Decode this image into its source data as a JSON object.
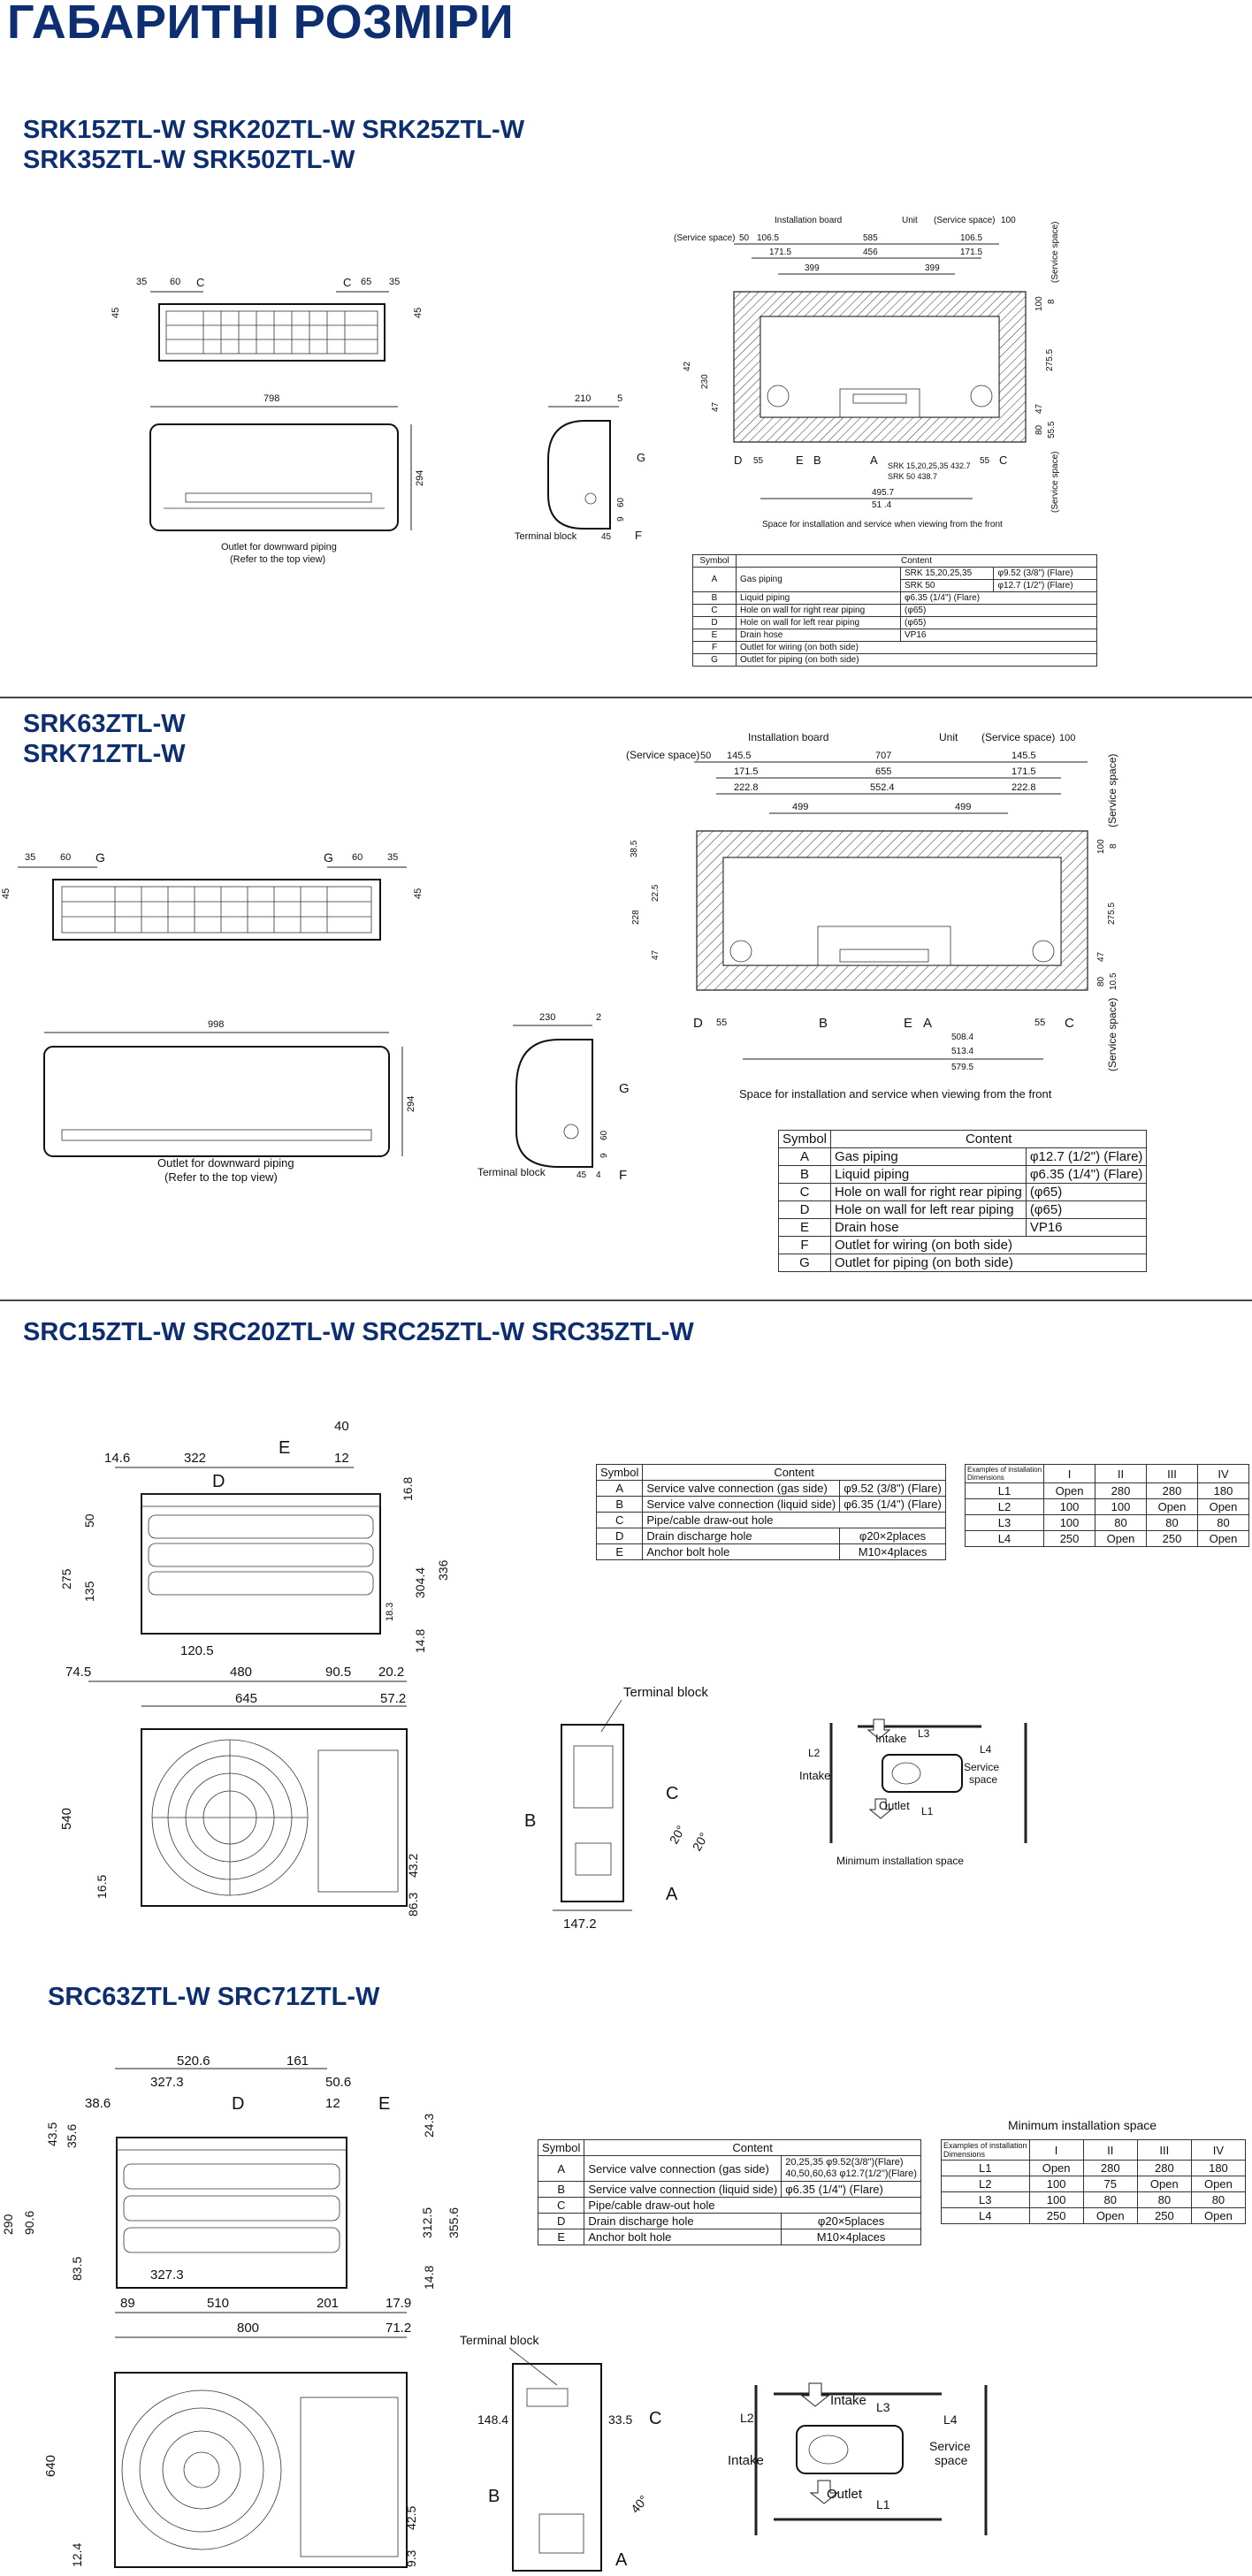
{
  "page_title": "ГАБАРИТНІ РОЗМІРИ",
  "sections": {
    "s1": {
      "models_line1": "SRK15ZTL-W  SRK20ZTL-W  SRK25ZTL-W",
      "models_line2": "SRK35ZTL-W  SRK50ZTL-W",
      "front": {
        "left_a": "35",
        "left_b": "60",
        "label_c_left": "C",
        "label_c_right": "C",
        "right_a": "65",
        "right_b": "35",
        "h_left": "45",
        "h_right": "45"
      },
      "body": {
        "width": "798",
        "height": "294",
        "outlet_line1": "Outlet for downward piping",
        "outlet_line2": "(Refer to the top view)"
      },
      "side": {
        "w": "210",
        "w2": "5",
        "label_g": "G",
        "label_f": "F",
        "terminal": "Terminal block",
        "d45": "45",
        "d9": "9",
        "d60": "60"
      },
      "plan": {
        "installation_board": "Installation board",
        "unit": "Unit",
        "service_space_top": "(Service space)",
        "service_space_left": "(Service space)",
        "service_space_right": "(Service space)",
        "service_space_right2": "(Service space)",
        "d50": "50",
        "d1065a": "106.5",
        "d585": "585",
        "d1065b": "106.5",
        "d100": "100",
        "d1715a": "171.5",
        "d456": "456",
        "d1715b": "171.5",
        "d399a": "399",
        "d399b": "399",
        "v42": "42",
        "v230": "230",
        "v47": "47",
        "v100": "100",
        "v8": "8",
        "v2755": "275.5",
        "v47b": "47",
        "v80": "80",
        "v555": "55.5",
        "labels": {
          "d": "D",
          "e": "E",
          "b": "B",
          "a": "A",
          "c": "C"
        },
        "d55l": "55",
        "d55r": "55",
        "srk_line1": "SRK 15,20,25,35  432.7",
        "srk_line2": "SRK 50   438.7",
        "d4957": "495.7",
        "d514": "51 .4",
        "caption": "Space for installation and service when viewing from the front"
      },
      "table": {
        "h_symbol": "Symbol",
        "h_content": "Content",
        "rows": [
          {
            "sym": "A",
            "name": "Gas piping",
            "sub": "SRK 15,20,25,35",
            "val": "φ9.52 (3/8\") (Flare)"
          },
          {
            "sym": "",
            "name": "",
            "sub": "SRK 50",
            "val": "φ12.7 (1/2\") (Flare)"
          },
          {
            "sym": "B",
            "name": "Liquid piping",
            "sub": "φ6.35 (1/4\") (Flare)",
            "val": ""
          },
          {
            "sym": "C",
            "name": "Hole on wall for right rear piping",
            "sub": "(φ65)",
            "val": ""
          },
          {
            "sym": "D",
            "name": "Hole on wall for left rear piping",
            "sub": "(φ65)",
            "val": ""
          },
          {
            "sym": "E",
            "name": "Drain hose",
            "sub": "VP16",
            "val": ""
          },
          {
            "sym": "F",
            "name": "Outlet for wiring (on both side)",
            "sub": "",
            "val": ""
          },
          {
            "sym": "G",
            "name": "Outlet for piping (on both side)",
            "sub": "",
            "val": ""
          }
        ]
      }
    },
    "s2": {
      "models_line1": "SRK63ZTL-W",
      "models_line2": "SRK71ZTL-W",
      "front": {
        "l35": "35",
        "l60": "60",
        "lg": "G",
        "rg": "G",
        "r60": "60",
        "r35": "35",
        "h45l": "45",
        "h45r": "45"
      },
      "body": {
        "width": "998",
        "height": "294",
        "outlet_line1": "Outlet for downward piping",
        "outlet_line2": "(Refer to the top view)"
      },
      "side": {
        "w": "230",
        "w2": "2",
        "label_g": "G",
        "label_f": "F",
        "terminal": "Terminal block",
        "d45": "45",
        "d4": "4",
        "d9": "9",
        "d60": "60"
      },
      "plan": {
        "installation_board": "Installation board",
        "unit": "Unit",
        "service_top": "(Service space)",
        "service_left": "(Service space)",
        "service_right": "(Service space)",
        "service_right2": "(Service space)",
        "d50": "50",
        "d1455a": "145.5",
        "d707": "707",
        "d1455b": "145.5",
        "d100": "100",
        "d1715a": "171.5",
        "d655": "655",
        "d1715b": "171.5",
        "d2228a": "222.8",
        "d5524": "552.4",
        "d2228b": "222.8",
        "d499a": "499",
        "d499b": "499",
        "v385": "38.5",
        "v225": "22.5",
        "v228": "228",
        "v47": "47",
        "v100": "100",
        "v8": "8",
        "v2755": "275.5",
        "v47b": "47",
        "v80": "80",
        "v105": "10.5",
        "labels": {
          "d": "D",
          "b": "B",
          "e": "E",
          "a": "A",
          "c": "C"
        },
        "d55l": "55",
        "d55r": "55",
        "d5084": "508.4",
        "d5134": "513.4",
        "d5795": "579.5",
        "caption": "Space for installation and service when viewing from the front"
      },
      "table": {
        "h_symbol": "Symbol",
        "h_content": "Content",
        "rows": [
          {
            "sym": "A",
            "name": "Gas piping",
            "val": "φ12.7 (1/2\") (Flare)"
          },
          {
            "sym": "B",
            "name": "Liquid piping",
            "val": "φ6.35 (1/4\") (Flare)"
          },
          {
            "sym": "C",
            "name": "Hole on wall for right rear piping",
            "val": "(φ65)"
          },
          {
            "sym": "D",
            "name": "Hole on wall for left rear piping",
            "val": "(φ65)"
          },
          {
            "sym": "E",
            "name": "Drain hose",
            "val": "VP16"
          },
          {
            "sym": "F",
            "name": "Outlet for wiring (on both side)",
            "val": ""
          },
          {
            "sym": "G",
            "name": "Outlet for piping (on both side)",
            "val": ""
          }
        ]
      }
    },
    "s3": {
      "models": "SRC15ZTL-W   SRC20ZTL-W   SRC25ZTL-W   SRC35ZTL-W",
      "top": {
        "d40": "40",
        "d146": "14.6",
        "d322": "322",
        "le": "E",
        "d12": "12",
        "ld": "D",
        "d168": "16.8",
        "d50": "50",
        "d275": "275",
        "d135": "135",
        "d3044": "304.4",
        "d336": "336",
        "d183": "18.3",
        "d1205": "120.5",
        "d148": "14.8",
        "d745": "74.5",
        "d480": "480",
        "d905": "90.5",
        "d202": "20.2",
        "d645": "645",
        "d572": "57.2"
      },
      "front": {
        "d540": "540",
        "d165": "16.5",
        "d432": "43.2",
        "d863": "86.3"
      },
      "side": {
        "terminal": "Terminal block",
        "lb": "B",
        "lc": "C",
        "la": "A",
        "d20a": "20°",
        "d20b": "20°",
        "d1472": "147.2"
      },
      "space": {
        "intake_top": "Intake",
        "intake_left": "Intake",
        "outlet": "Outlet",
        "service": "Service",
        "space": "space",
        "l1": "L1",
        "l2": "L2",
        "l3": "L3",
        "l4": "L4",
        "caption": "Minimum installation space"
      },
      "table": {
        "h_symbol": "Symbol",
        "h_content": "Content",
        "rows": [
          {
            "sym": "A",
            "name": "Service valve connection (gas side)",
            "val": "φ9.52 (3/8\") (Flare)"
          },
          {
            "sym": "B",
            "name": "Service valve connection (liquid side)",
            "val": "φ6.35 (1/4\") (Flare)"
          },
          {
            "sym": "C",
            "name": "Pipe/cable draw-out hole",
            "val": ""
          },
          {
            "sym": "D",
            "name": "Drain discharge hole",
            "val": "φ20×2places"
          },
          {
            "sym": "E",
            "name": "Anchor bolt hole",
            "val": "M10×4places"
          }
        ]
      },
      "dims_table": {
        "corner_top": "Examples of installation",
        "corner_bottom": "Dimensions",
        "cols": [
          "I",
          "II",
          "III",
          "IV"
        ],
        "rows": [
          {
            "k": "L1",
            "v": [
              "Open",
              "280",
              "280",
              "180"
            ]
          },
          {
            "k": "L2",
            "v": [
              "100",
              "100",
              "Open",
              "Open"
            ]
          },
          {
            "k": "L3",
            "v": [
              "100",
              "80",
              "80",
              "80"
            ]
          },
          {
            "k": "L4",
            "v": [
              "250",
              "Open",
              "250",
              "Open"
            ]
          }
        ]
      }
    },
    "s4": {
      "models": "SRC63ZTL-W   SRC71ZTL-W",
      "top": {
        "d5206": "520.6",
        "d161": "161",
        "d3273": "327.3",
        "d506": "50.6",
        "d386": "38.6",
        "ld": "D",
        "d12": "12",
        "le": "E",
        "d435": "43.5",
        "d356": "35.6",
        "d243": "24.3",
        "d290": "290",
        "d906": "90.6",
        "d3125": "312.5",
        "d3556": "355.6",
        "d835": "83.5",
        "d3273b": "327.3",
        "d148": "14.8",
        "d89": "89",
        "d510": "510",
        "d201": "201",
        "d179": "17.9",
        "d800": "800",
        "d712": "71.2"
      },
      "front": {
        "d640": "640",
        "d124": "12.4",
        "d425": "42.5",
        "d93": "9.3"
      },
      "side": {
        "terminal": "Terminal block",
        "d1484": "148.4",
        "d335": "33.5",
        "lc": "C",
        "lb": "B",
        "la": "A",
        "d40": "40°"
      },
      "space": {
        "intake_top": "Intake",
        "intake_left": "Intake",
        "outlet": "Outlet",
        "service": "Service",
        "space": "space",
        "l1": "L1",
        "l2": "L2",
        "l3": "L3",
        "l4": "L4"
      },
      "table": {
        "h_symbol": "Symbol",
        "h_content": "Content",
        "rows": [
          {
            "sym": "A",
            "name": "Service valve connection (gas side)",
            "val1": "20,25,35  φ9.52(3/8\")(Flare)",
            "val2": "40,50,60,63  φ12.7(1/2\")(Flare)"
          },
          {
            "sym": "B",
            "name": "Service valve connection (liquid side)",
            "val1": "φ6.35 (1/4\") (Flare)",
            "val2": ""
          },
          {
            "sym": "C",
            "name": "Pipe/cable draw-out hole",
            "val1": "",
            "val2": ""
          },
          {
            "sym": "D",
            "name": "Drain discharge hole",
            "val1": "φ20×5places",
            "val2": ""
          },
          {
            "sym": "E",
            "name": "Anchor bolt hole",
            "val1": "M10×4places",
            "val2": ""
          }
        ]
      },
      "dims_table": {
        "title": "Minimum installation space",
        "corner_top": "Examples of installation",
        "corner_bottom": "Dimensions",
        "cols": [
          "I",
          "II",
          "III",
          "IV"
        ],
        "rows": [
          {
            "k": "L1",
            "v": [
              "Open",
              "280",
              "280",
              "180"
            ]
          },
          {
            "k": "L2",
            "v": [
              "100",
              "75",
              "Open",
              "Open"
            ]
          },
          {
            "k": "L3",
            "v": [
              "100",
              "80",
              "80",
              "80"
            ]
          },
          {
            "k": "L4",
            "v": [
              "250",
              "Open",
              "250",
              "Open"
            ]
          }
        ]
      }
    }
  }
}
